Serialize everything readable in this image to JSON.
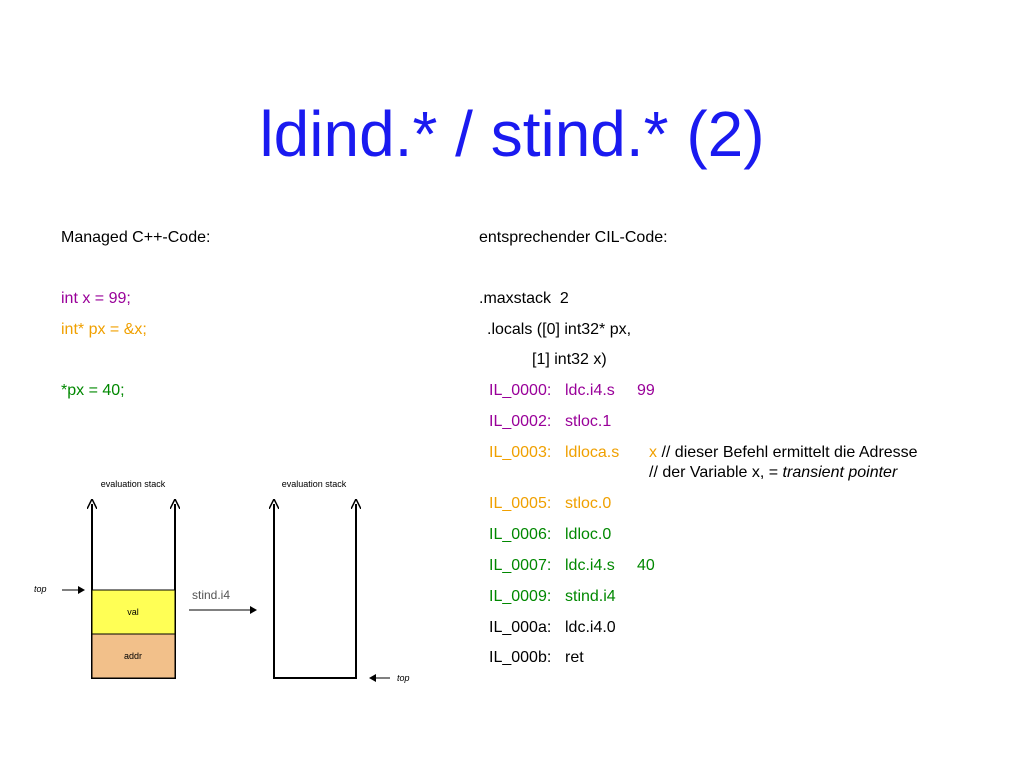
{
  "title": "ldind.* / stind.* (2)",
  "left": {
    "heading": "Managed C++-Code:",
    "lines": [
      {
        "text": "int x = 99;",
        "color": "#990099"
      },
      {
        "text": "int* px = &x;",
        "color": "#f0a000"
      },
      {
        "text": "*px = 40;",
        "color": "#008800"
      }
    ]
  },
  "right": {
    "heading": "entsprechender CIL-Code:",
    "maxstack": ".maxstack  2",
    "locals_1": ".locals ([0] int32* px,",
    "locals_2": "[1] int32 x)",
    "code": [
      {
        "label": "IL_0000:",
        "op": "ldc.i4.s",
        "arg": "99",
        "color": "#990099"
      },
      {
        "label": "IL_0002:",
        "op": "stloc.1",
        "arg": "",
        "color": "#990099"
      },
      {
        "label": "IL_0003:",
        "op": "ldloca.s",
        "arg": "x",
        "color": "#f0a000",
        "comment": "// dieser Befehl ermittelt die Adresse",
        "comment2_prefix": "// der Variable x, = ",
        "comment2_italic": "transient pointer"
      },
      {
        "label": "IL_0005:",
        "op": "stloc.0",
        "arg": "",
        "color": "#f0a000"
      },
      {
        "label": "IL_0006:",
        "op": "ldloc.0",
        "arg": "",
        "color": "#008800"
      },
      {
        "label": "IL_0007:",
        "op": "ldc.i4.s",
        "arg": "40",
        "color": "#008800"
      },
      {
        "label": "IL_0009:",
        "op": "stind.i4",
        "arg": "",
        "color": "#008800"
      },
      {
        "label": "IL_000a:",
        "op": "ldc.i4.0",
        "arg": "",
        "color": "#000000"
      },
      {
        "label": "IL_000b:",
        "op": "ret",
        "arg": "",
        "color": "#000000"
      }
    ]
  },
  "diagram": {
    "stack_label_left": "evaluation stack",
    "stack_label_right": "evaluation stack",
    "top_left": "top",
    "top_right": "top",
    "val": "val",
    "addr": "addr",
    "instruction": "stind.i4",
    "val_color": "#ffff55",
    "addr_color": "#f2c08a"
  }
}
